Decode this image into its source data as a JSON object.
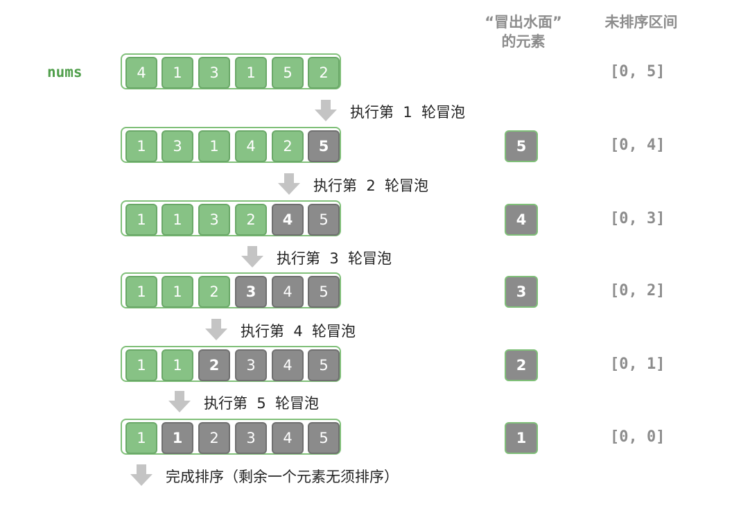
{
  "headers": {
    "bubbled_line1": "“冒出水面”",
    "bubbled_line2": "的元素",
    "unsorted": "未排序区间"
  },
  "array_label": "nums",
  "rows": [
    {
      "values": [
        "4",
        "1",
        "3",
        "1",
        "5",
        "2"
      ],
      "sorted_count": 0,
      "bubbled": "",
      "interval": "[0, 5]"
    },
    {
      "values": [
        "1",
        "3",
        "1",
        "4",
        "2",
        "5"
      ],
      "sorted_count": 1,
      "bubbled": "5",
      "interval": "[0, 4]"
    },
    {
      "values": [
        "1",
        "1",
        "3",
        "2",
        "4",
        "5"
      ],
      "sorted_count": 2,
      "bubbled": "4",
      "interval": "[0, 3]"
    },
    {
      "values": [
        "1",
        "1",
        "2",
        "3",
        "4",
        "5"
      ],
      "sorted_count": 3,
      "bubbled": "3",
      "interval": "[0, 2]"
    },
    {
      "values": [
        "1",
        "1",
        "2",
        "3",
        "4",
        "5"
      ],
      "sorted_count": 4,
      "bubbled": "2",
      "interval": "[0, 1]"
    },
    {
      "values": [
        "1",
        "1",
        "2",
        "3",
        "4",
        "5"
      ],
      "sorted_count": 5,
      "bubbled": "1",
      "interval": "[0, 0]"
    }
  ],
  "steps": [
    "执行第  1  轮冒泡",
    "执行第  2  轮冒泡",
    "执行第  3  轮冒泡",
    "执行第  4  轮冒泡",
    "执行第  5  轮冒泡",
    "完成排序（剩余一个元素无须排序）"
  ],
  "colors": {
    "unsorted_fill": "#87c285",
    "sorted_fill": "#8b8b8b",
    "frame": "#7fbf78",
    "label_green": "#4f9e4a",
    "arrow": "#c4c4c4"
  }
}
